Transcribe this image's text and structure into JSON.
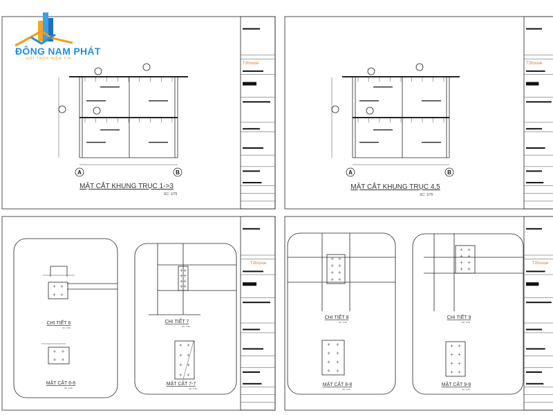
{
  "logo": {
    "name": "ĐÔNG NAM PHÁT",
    "tagline": "GỬI TRỌN NIỀM TIN"
  },
  "sheets": [
    {
      "title": "MẶT CẮT KHUNG TRỤC 1->3",
      "scale": "SC: 1/75",
      "axes": [
        "A",
        "B"
      ],
      "brand": "T2house"
    },
    {
      "title": "MẶT CẮT KHUNG TRỤC 4,5",
      "scale": "SC: 1/75",
      "axes": [
        "A",
        "B"
      ],
      "brand": "T2house"
    },
    {
      "details": [
        {
          "title": "CHI TIẾT 6",
          "scale": "SC: 1/10"
        },
        {
          "title": "MẶT CẮT 6-6",
          "scale": "SC: 1/10"
        },
        {
          "title": "CHI TIẾT 7",
          "scale": "SC: 1/10"
        },
        {
          "title": "MẶT CẮT 7-7",
          "scale": "SC: 1/10"
        }
      ],
      "brand": "T2house"
    },
    {
      "details": [
        {
          "title": "CHI TIẾT 8",
          "scale": "SC: 1/10"
        },
        {
          "title": "MẶT CẮT 8-8",
          "scale": "SC: 1/10"
        },
        {
          "title": "CHI TIẾT 9",
          "scale": "SC: 1/10"
        },
        {
          "title": "MẶT CẮT 9-9",
          "scale": "SC: 1/10"
        }
      ],
      "brand": "T2house"
    }
  ]
}
